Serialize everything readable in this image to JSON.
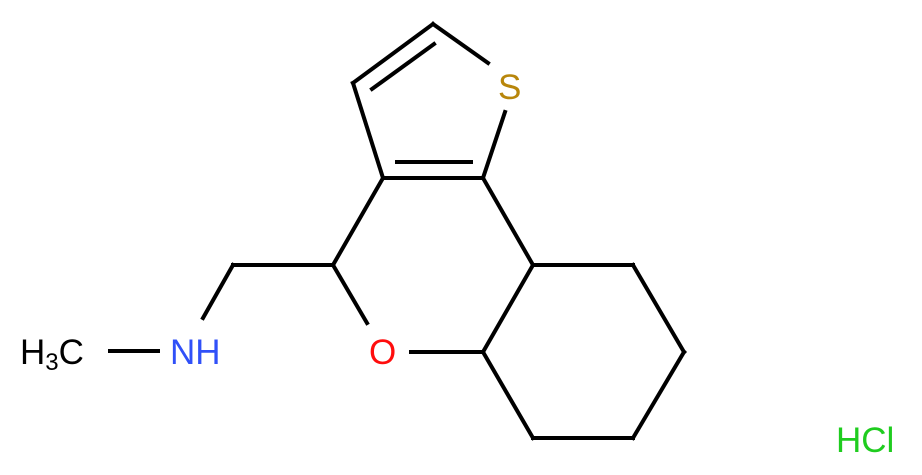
{
  "molecule": {
    "atoms": {
      "sulfur": {
        "label": "S",
        "color": "#b8860b"
      },
      "oxygen": {
        "label": "O",
        "color": "#ff0d0d"
      },
      "nitrogen": {
        "label": "NH",
        "color": "#3050f8"
      },
      "methyl": {
        "label_main": "H",
        "label_sub": "3",
        "label_end": "C",
        "color": "#000000"
      }
    },
    "salt": {
      "label": "HCl",
      "color": "#1fcc1f"
    }
  }
}
